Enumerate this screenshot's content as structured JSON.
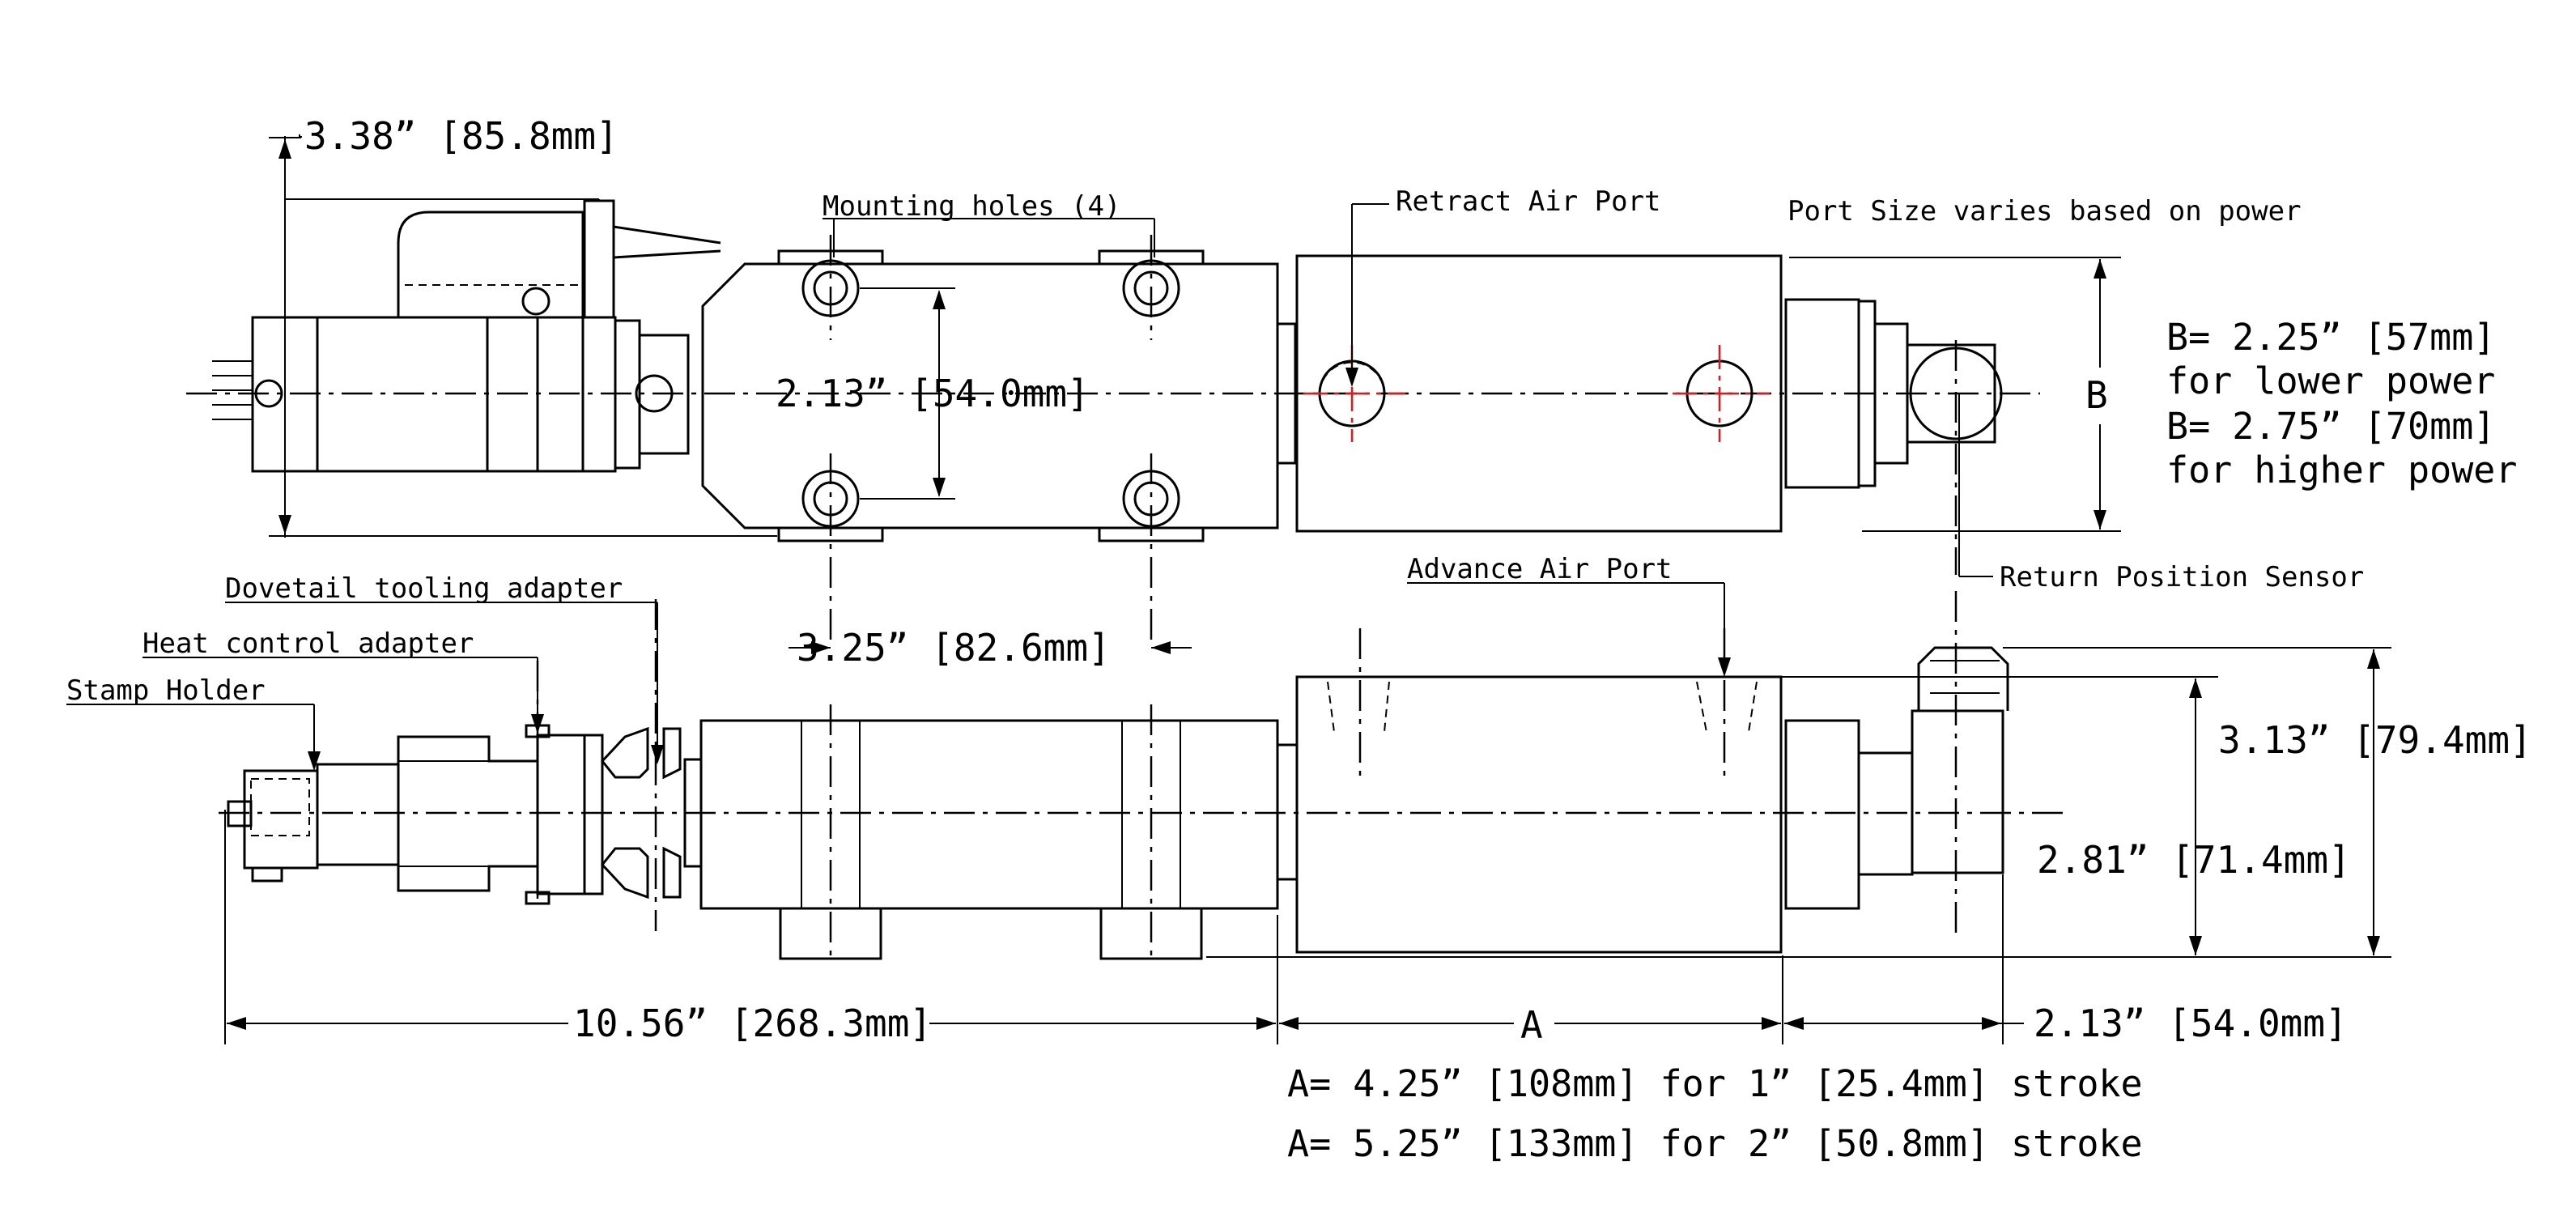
{
  "labels": {
    "mounting_holes": "Mounting holes (4)",
    "retract_air_port": "Retract Air Port",
    "port_size_note": "Port Size varies based on power",
    "return_position_sensor": "Return Position Sensor",
    "advance_air_port": "Advance Air Port",
    "dovetail_tooling_adapter": "Dovetail tooling adapter",
    "heat_control_adapter": "Heat control adapter",
    "stamp_holder": "Stamp Holder"
  },
  "dimensions": {
    "top_height": "3.38” [85.8mm]",
    "hole_spacing_vertical": "2.13” [54.0mm]",
    "hole_spacing_horizontal": "3.25” [82.6mm]",
    "b_symbol": "B",
    "side_height_overall": "3.13” [79.4mm]",
    "side_height_body": "2.81” [71.4mm]",
    "overall_length": "10.56” [268.3mm]",
    "a_symbol": "A",
    "end_length": "2.13” [54.0mm]"
  },
  "notes": {
    "b_lower_value": "B= 2.25” [57mm]",
    "b_lower_text": "for lower power",
    "b_higher_value": "B= 2.75” [70mm]",
    "b_higher_text": "for higher power",
    "a_1in": "A= 4.25” [108mm] for 1” [25.4mm] stroke",
    "a_2in": "A= 5.25” [133mm] for 2” [50.8mm] stroke"
  },
  "colors": {
    "line": "#000000",
    "port_crosshair": "#e0191f",
    "background": "#ffffff"
  }
}
